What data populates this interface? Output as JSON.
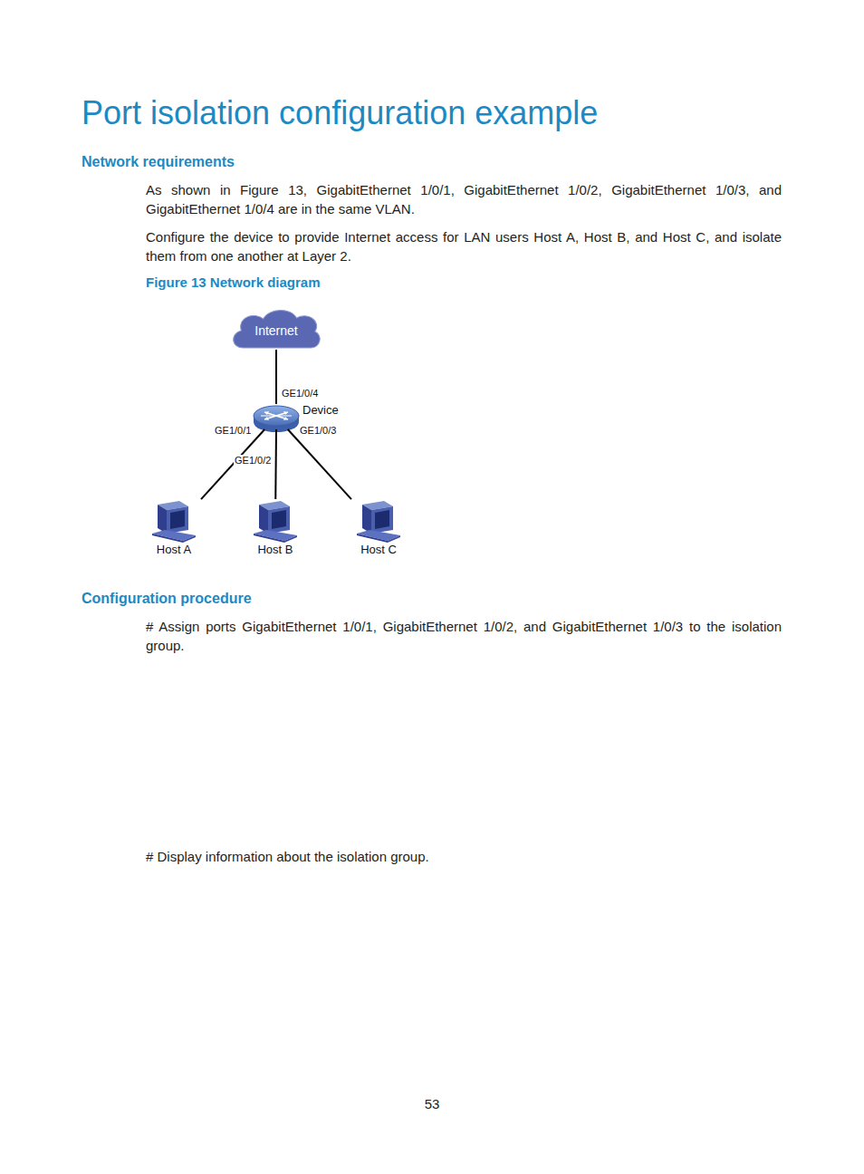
{
  "diagram": {
    "title": "Port isolation configuration example",
    "caption": "Figure 13 Network diagram",
    "nodes": [
      {
        "text": [
          "Internet"
        ]
      },
      {
        "text": [
          "Device"
        ]
      },
      {
        "text": [
          "Host A"
        ]
      },
      {
        "text": [
          "Host B"
        ]
      },
      {
        "text": [
          "Host C"
        ]
      }
    ],
    "edges": [
      {
        "from": 0,
        "to": 1,
        "arrow": "none",
        "label": "GE1/0/4"
      },
      {
        "from": 1,
        "to": 2,
        "arrow": "none",
        "label": "GE1/0/1"
      },
      {
        "from": 1,
        "to": 3,
        "arrow": "none",
        "label": "GE1/0/2"
      },
      {
        "from": 1,
        "to": 4,
        "arrow": "none",
        "label": "GE1/0/3"
      }
    ],
    "labels": [
      "Network requirements",
      "As shown in Figure 13, GigabitEthernet 1/0/1, GigabitEthernet 1/0/2, GigabitEthernet 1/0/3, and GigabitEthernet 1/0/4 are in the same VLAN.",
      "Configure the device to provide Internet access for LAN users Host A, Host B, and Host C, and isolate them from one another at Layer 2.",
      "Configuration procedure",
      "# Assign ports GigabitEthernet 1/0/1, GigabitEthernet 1/0/2, and GigabitEthernet 1/0/3 to the isolation group.",
      "# Display information about the isolation group.",
      "53"
    ]
  }
}
